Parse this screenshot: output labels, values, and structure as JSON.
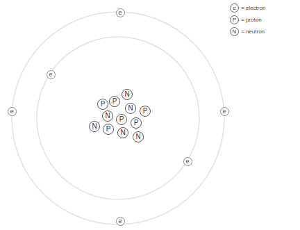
{
  "diagram": {
    "nodes": [
      {
        "text": [
          "e"
        ]
      },
      {
        "text": [
          "e"
        ]
      },
      {
        "text": [
          "e"
        ]
      },
      {
        "text": [
          "e"
        ]
      },
      {
        "text": [
          "e"
        ]
      },
      {
        "text": [
          "e"
        ]
      },
      {
        "text": [
          "N"
        ]
      },
      {
        "text": [
          "P"
        ]
      },
      {
        "text": [
          "P"
        ]
      },
      {
        "text": [
          "N"
        ]
      },
      {
        "text": [
          "P"
        ]
      },
      {
        "text": [
          "N"
        ]
      },
      {
        "text": [
          "P"
        ]
      },
      {
        "text": [
          "P"
        ]
      },
      {
        "text": [
          "N"
        ]
      },
      {
        "text": [
          "P"
        ]
      },
      {
        "text": [
          "N"
        ]
      },
      {
        "text": [
          "N"
        ]
      }
    ],
    "labels": [
      "e",
      "P",
      "N"
    ],
    "legend": [
      {
        "text": "= electron"
      },
      {
        "text": "= proton"
      },
      {
        "text": "= neutron"
      }
    ]
  }
}
